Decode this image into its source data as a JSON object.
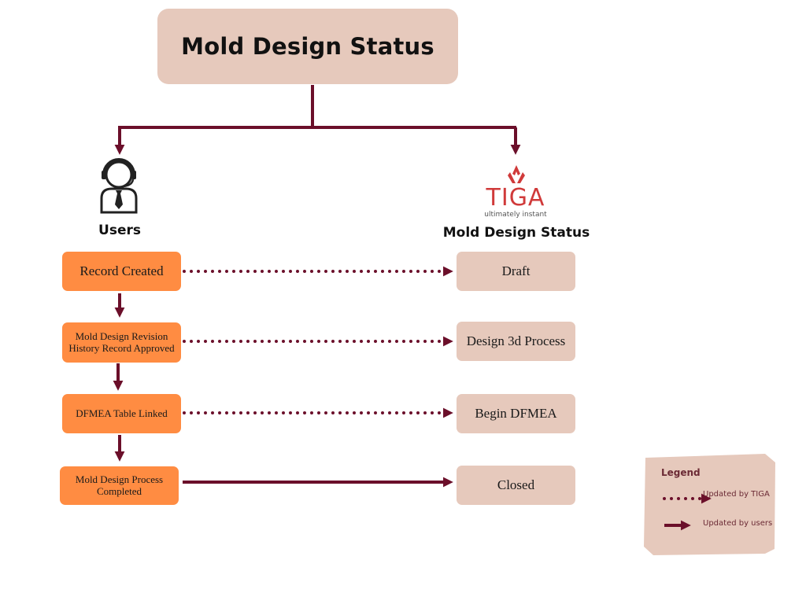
{
  "title": "Mold Design Status",
  "colors": {
    "connector": "#6b0f2a",
    "title_fill": "#e6c9bc",
    "user_box_fill": "#ff8c42",
    "status_box_fill": "#e6c9bc",
    "legend_fill": "#e6c9bc",
    "tiga_red": "#d03a3a"
  },
  "users": {
    "icon": "headset-user-icon",
    "label": "Users",
    "steps": [
      "Record Created",
      "Mold Design Revision History Record Approved",
      "DFMEA Table Linked",
      "Mold Design Process Completed"
    ]
  },
  "tiga": {
    "logo_text": "TIGA",
    "tagline": "ultimately instant",
    "label": "Mold Design Status",
    "statuses": [
      "Draft",
      "Design 3d Process",
      "Begin DFMEA",
      "Closed"
    ]
  },
  "links": [
    "dotted",
    "dotted",
    "dotted",
    "solid"
  ],
  "legend": {
    "title": "Legend",
    "items": [
      {
        "style": "dotted",
        "label": "Updated by TIGA"
      },
      {
        "style": "solid",
        "label": "Updated by  users"
      }
    ]
  }
}
